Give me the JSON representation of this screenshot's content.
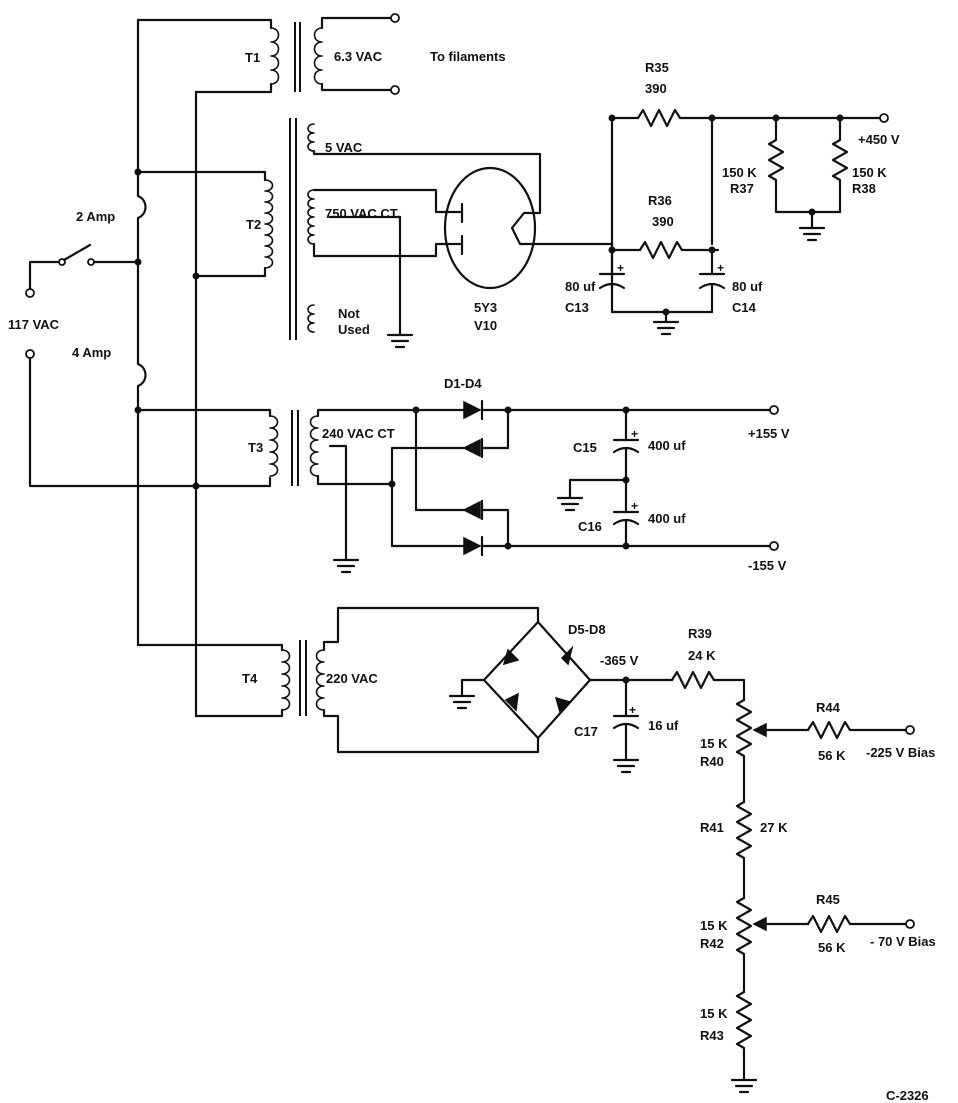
{
  "labels": {
    "t1": "T1",
    "v63": "6.3  VAC",
    "filaments": "To filaments",
    "r35": "R35",
    "r35_val": "390",
    "plus450": "+450 V",
    "v5": "5 VAC",
    "r37_val": "150 K",
    "r37": "R37",
    "r38_val": "150 K",
    "r38": "R38",
    "fuse2": "2 Amp",
    "t2": "T2",
    "v750": "750 VAC CT",
    "r36": "R36",
    "r36_val": "390",
    "c13_val": "80 uf",
    "c13": "C13",
    "c14_val": "80 uf",
    "c14": "C14",
    "not_used_1": "Not",
    "not_used_2": "Used",
    "tube": "5Y3",
    "v10": "V10",
    "ac_in": "117 VAC",
    "fuse4": "4 Amp",
    "d1d4": "D1-D4",
    "t3": "T3",
    "v240": "240 VAC CT",
    "c15": "C15",
    "c15_val": "400 uf",
    "plus155": "+155 V",
    "c16": "C16",
    "c16_val": "400 uf",
    "minus155": "-155 V",
    "d5d8": "D5-D8",
    "r39": "R39",
    "r39_val": "24 K",
    "minus365": "-365 V",
    "t4": "T4",
    "v220": "220 VAC",
    "c17": "C17",
    "c17_val": "16 uf",
    "r44": "R44",
    "r44_val": "56 K",
    "bias225": "-225 V Bias",
    "r40_val": "15 K",
    "r40": "R40",
    "r41": "R41",
    "r41_val": "27 K",
    "r45": "R45",
    "r45_val": "56 K",
    "r42_val": "15 K",
    "r42": "R42",
    "bias70": "- 70 V Bias",
    "r43_val": "15 K",
    "r43": "R43",
    "fig_code": "C-2326"
  }
}
